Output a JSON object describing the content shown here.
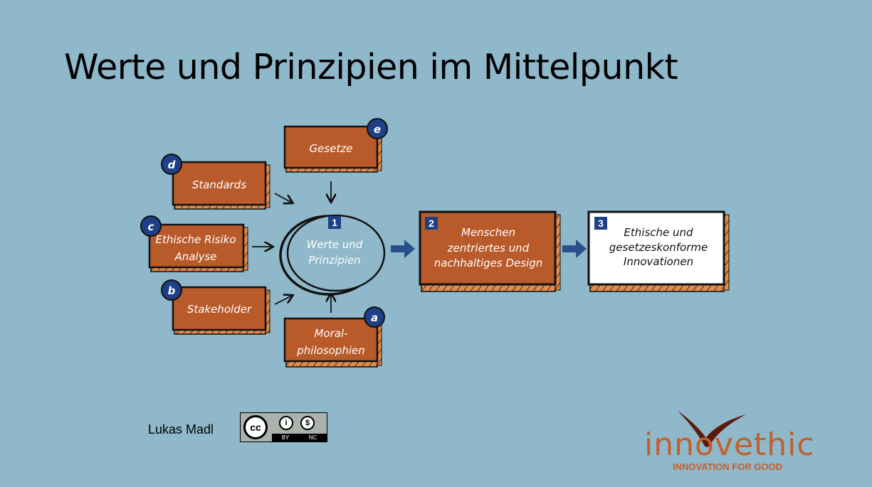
{
  "title": "Werte und Prinzipien im Mittelpunkt",
  "diagram": {
    "inputs": [
      {
        "badge": "e",
        "label": "Gesetze"
      },
      {
        "badge": "d",
        "label": "Standards"
      },
      {
        "badge": "c",
        "label_line1": "Ethische Risiko",
        "label_line2": "Analyse"
      },
      {
        "badge": "b",
        "label": "Stakeholder"
      },
      {
        "badge": "a",
        "label_line1": "Moral-",
        "label_line2": "philosophien"
      }
    ],
    "center": {
      "number": "1",
      "label_line1": "Werte und",
      "label_line2": "Prinzipien"
    },
    "step2": {
      "number": "2",
      "line1": "Menschen",
      "line2": "zentriertes und",
      "line3": "nachhaltiges Design"
    },
    "step3": {
      "number": "3",
      "line1": "Ethische und",
      "line2": "gesetzeskonforme",
      "line3": "Innovationen"
    },
    "colors": {
      "box": "#b85a2a",
      "badge": "#1f3f86",
      "background": "#8fb8ca"
    }
  },
  "footer": {
    "author": "Lukas Madl",
    "license": {
      "cc": "cc",
      "by": "BY",
      "nc": "NC"
    },
    "logo": {
      "name": "innovethic",
      "tagline": "INNOVATION FOR GOOD"
    }
  }
}
